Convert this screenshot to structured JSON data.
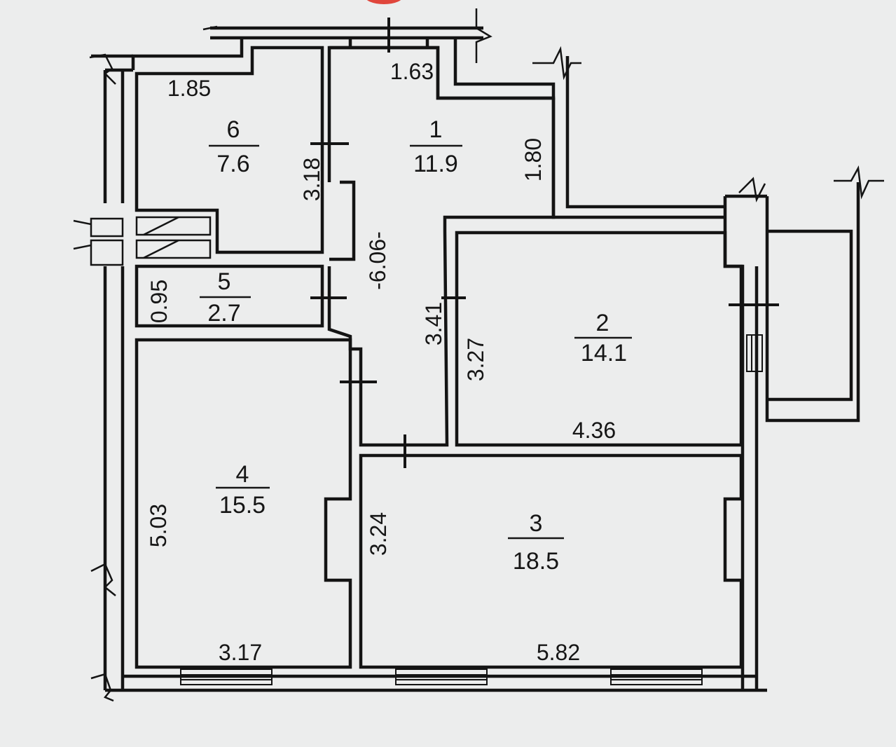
{
  "rooms": [
    {
      "number": "1",
      "area": "11.9"
    },
    {
      "number": "2",
      "area": "14.1"
    },
    {
      "number": "3",
      "area": "18.5"
    },
    {
      "number": "4",
      "area": "15.5"
    },
    {
      "number": "5",
      "area": "2.7"
    },
    {
      "number": "6",
      "area": "7.6"
    }
  ],
  "dimensions": {
    "d_1_85": "1.85",
    "d_1_63": "1.63",
    "d_1_80": "1.80",
    "d_3_18": "3.18",
    "d_6_06": "-6.06-",
    "d_0_95": "0.95",
    "d_3_41": "3.41",
    "d_3_27": "3.27",
    "d_4_36": "4.36",
    "d_5_03": "5.03",
    "d_3_24": "3.24",
    "d_3_17": "3.17",
    "d_5_82": "5.82"
  },
  "colors": {
    "paper": "#eceded",
    "ink": "#141414",
    "marker": "#e0463c"
  }
}
